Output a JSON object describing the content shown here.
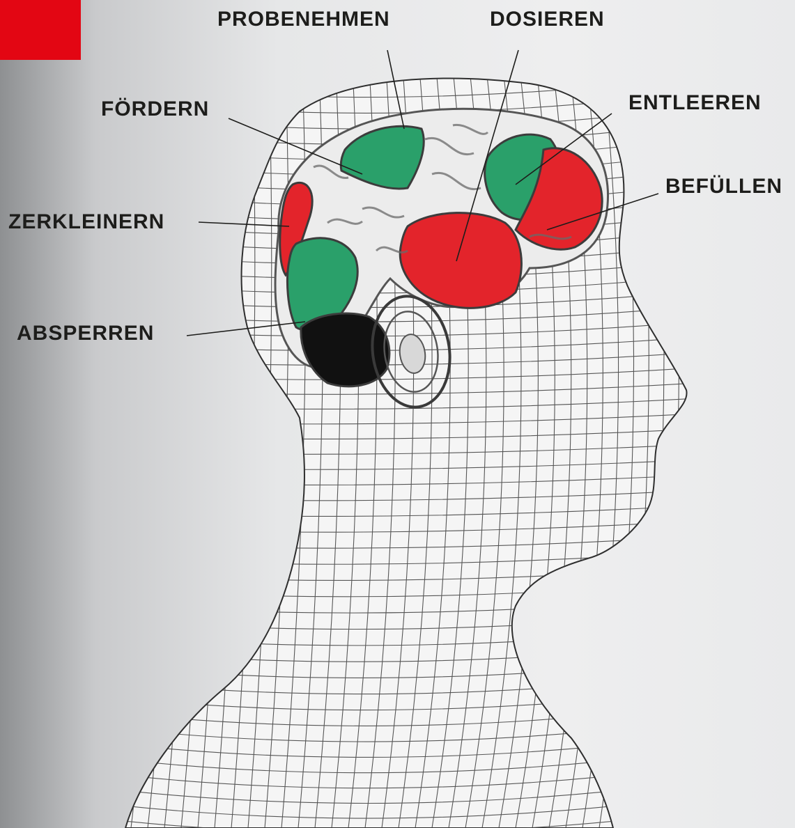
{
  "colors": {
    "corner_accent": "#e30613",
    "region_green": "#2aa06a",
    "region_red": "#e3242b",
    "region_black": "#111111",
    "wireframe": "#3a3a3a",
    "label_text": "#1d1d1b"
  },
  "labels": {
    "probenehmen": "PROBENEHMEN",
    "dosieren": "DOSIEREN",
    "foerdern": "FÖRDERN",
    "entleeren": "ENTLEEREN",
    "befuellen": "BEFÜLLEN",
    "zerkleinern": "ZERKLEINERN",
    "absperren": "ABSPERREN"
  }
}
